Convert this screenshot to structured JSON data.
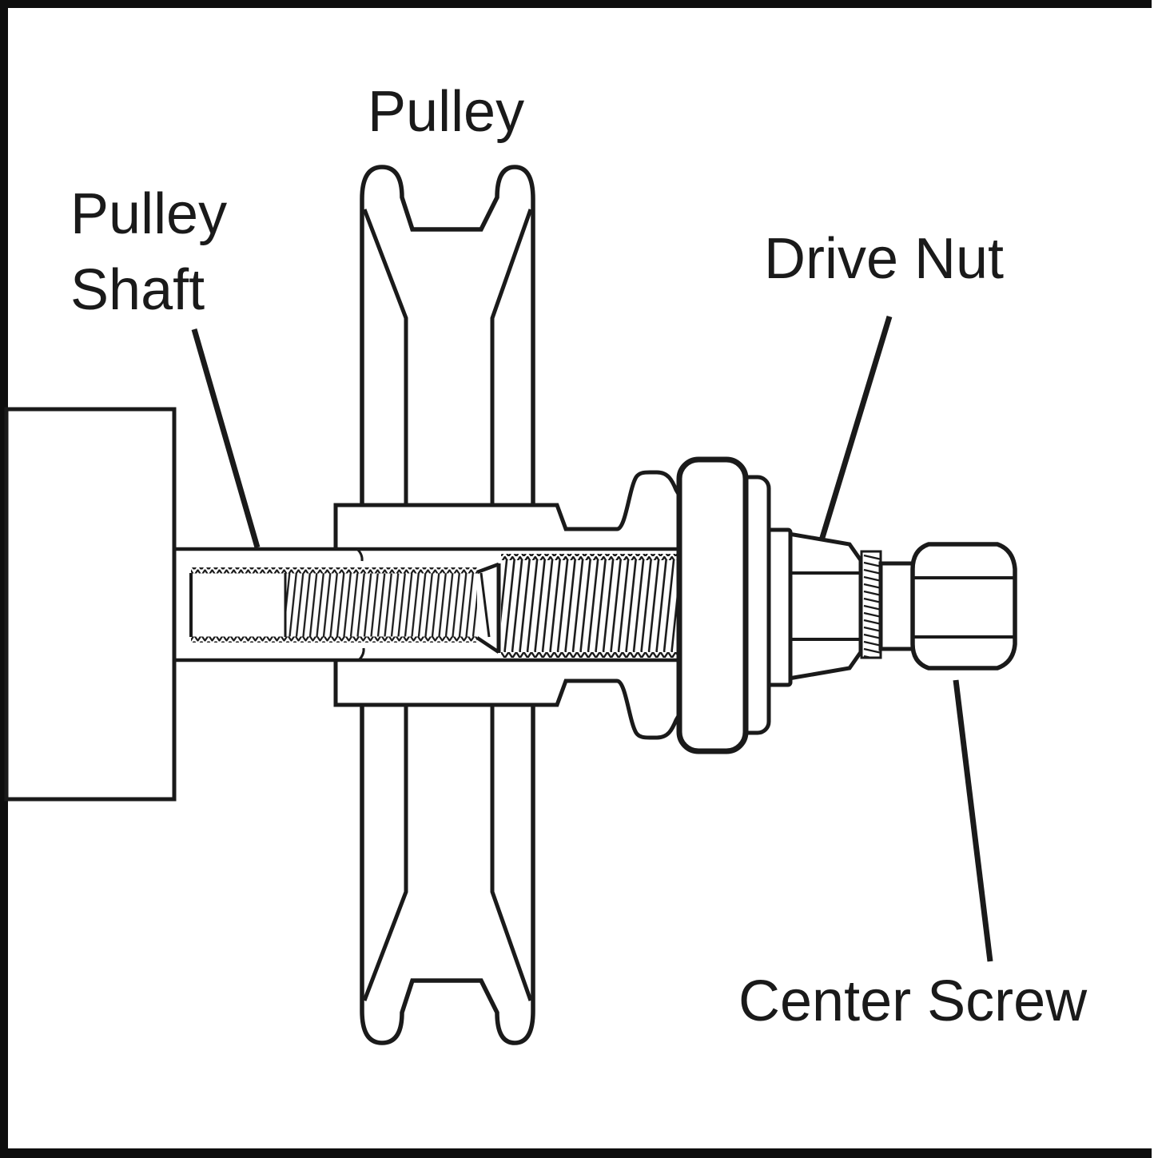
{
  "diagram": {
    "labels": {
      "pulley": "Pulley",
      "pulley_shaft_line1": "Pulley",
      "pulley_shaft_line2": "Shaft",
      "drive_nut": "Drive Nut",
      "center_screw": "Center Screw"
    },
    "colors": {
      "background": "#ffffff",
      "line": "#1a1a1a",
      "frame": "#0e0e0e"
    }
  }
}
